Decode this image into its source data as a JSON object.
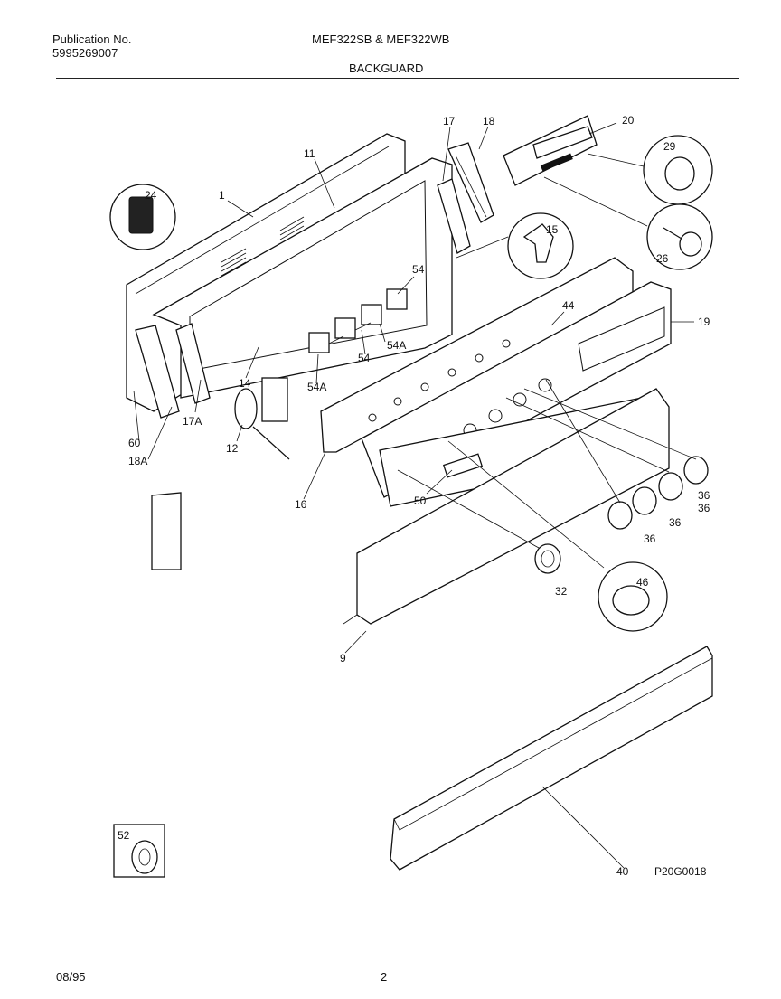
{
  "header": {
    "publication_label": "Publication No.",
    "publication_number": "5995269007",
    "models": "MEF322SB & MEF322WB",
    "section_title": "BACKGUARD"
  },
  "diagram": {
    "drawing_code": "P20G0018",
    "callouts": {
      "c1": "1",
      "c11": "11",
      "c17": "17",
      "c18": "18",
      "c20": "20",
      "c24": "24",
      "c29": "29",
      "c26": "26",
      "c15": "15",
      "c54a": "54",
      "c54b": "54",
      "c54Aa": "54A",
      "c54Ab": "54A",
      "c44": "44",
      "c19": "19",
      "c14": "14",
      "c17A": "17A",
      "c60": "60",
      "c18A": "18A",
      "c12": "12",
      "c16": "16",
      "c50": "50",
      "c36a": "36",
      "c36b": "36",
      "c36c": "36",
      "c36d": "36",
      "c46": "46",
      "c32": "32",
      "c9": "9",
      "c52": "52",
      "c40": "40"
    }
  },
  "footer": {
    "date": "08/95",
    "page": "2"
  }
}
